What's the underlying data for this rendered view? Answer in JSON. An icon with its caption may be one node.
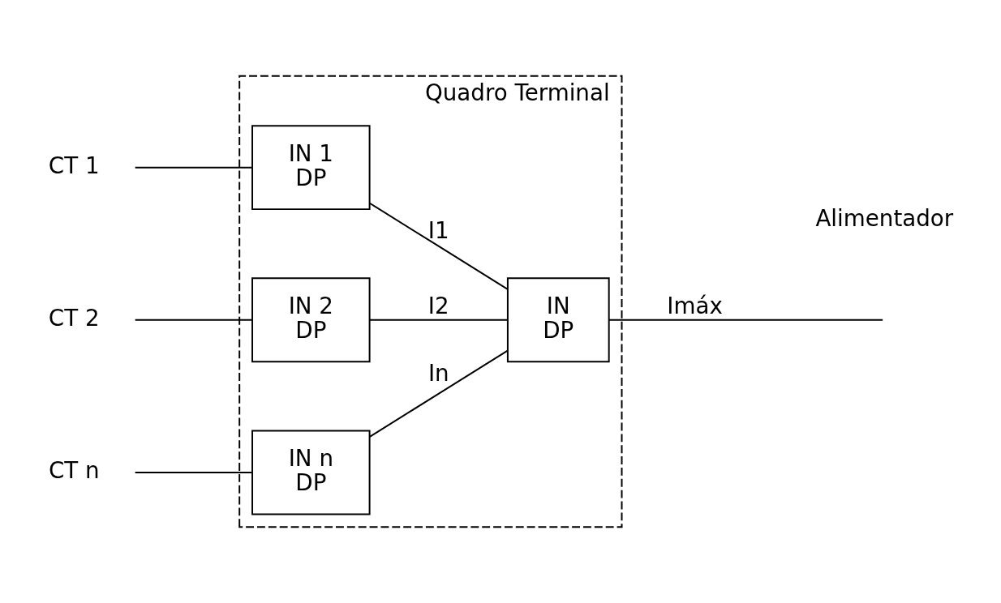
{
  "diagram": {
    "nodes": [
      {
        "text": [
          "Quadro Terminal"
        ]
      },
      {
        "text": [
          "CT 1"
        ]
      },
      {
        "text": [
          "CT 2"
        ]
      },
      {
        "text": [
          "CT n"
        ]
      },
      {
        "text": [
          "IN 1",
          "DP"
        ],
        "in": 0
      },
      {
        "text": [
          "IN 2",
          "DP"
        ],
        "in": 0
      },
      {
        "text": [
          "IN n",
          "DP"
        ],
        "in": 0
      },
      {
        "text": [
          "IN",
          "DP"
        ],
        "in": 0
      }
    ],
    "edges": [
      {
        "from": 1,
        "to": 4,
        "arrow": "none"
      },
      {
        "from": 2,
        "to": 5,
        "arrow": "none"
      },
      {
        "from": 3,
        "to": 6,
        "arrow": "none"
      },
      {
        "from": 4,
        "to": 7,
        "arrow": "none",
        "label": "I1"
      },
      {
        "from": 5,
        "to": 7,
        "arrow": "none",
        "label": "I2"
      },
      {
        "from": 6,
        "to": 7,
        "arrow": "none",
        "label": "In"
      },
      {
        "from": null,
        "to": 7,
        "arrow": "none",
        "label": "Imáx"
      }
    ],
    "labels": [
      "Alimentador"
    ]
  }
}
